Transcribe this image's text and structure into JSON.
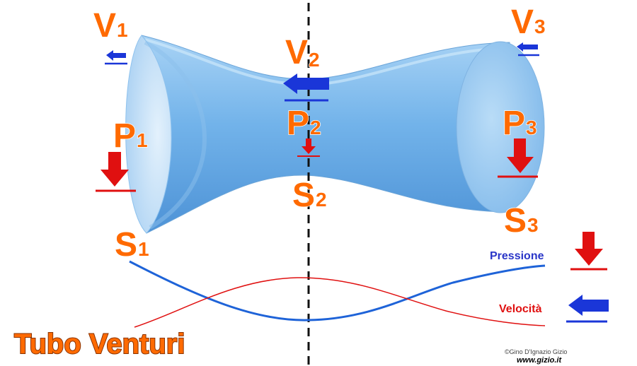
{
  "title": "Tubo Venturi",
  "labels": {
    "v1": {
      "main": "V",
      "sub": "1"
    },
    "v2": {
      "main": "V",
      "sub": "2"
    },
    "v3": {
      "main": "V",
      "sub": "3"
    },
    "p1": {
      "main": "P",
      "sub": "1"
    },
    "p2": {
      "main": "P",
      "sub": "2"
    },
    "p3": {
      "main": "P",
      "sub": "3"
    },
    "s1": {
      "main": "S",
      "sub": "1"
    },
    "s2": {
      "main": "S",
      "sub": "2"
    },
    "s3": {
      "main": "S",
      "sub": "3"
    }
  },
  "legend": {
    "pressione": "Pressione",
    "velocita": "Velocità"
  },
  "credit": "©Gino D'Ignazio Gizio",
  "site": "www.gizio.it",
  "colors": {
    "tube": "#6fb0e6",
    "tube_dark": "#3f86cf",
    "pressure": "#e01010",
    "velocity": "#1a36d8",
    "pressure_curve": "#1e63d8",
    "velocity_curve": "#e01010",
    "label": "#ff6a00"
  }
}
